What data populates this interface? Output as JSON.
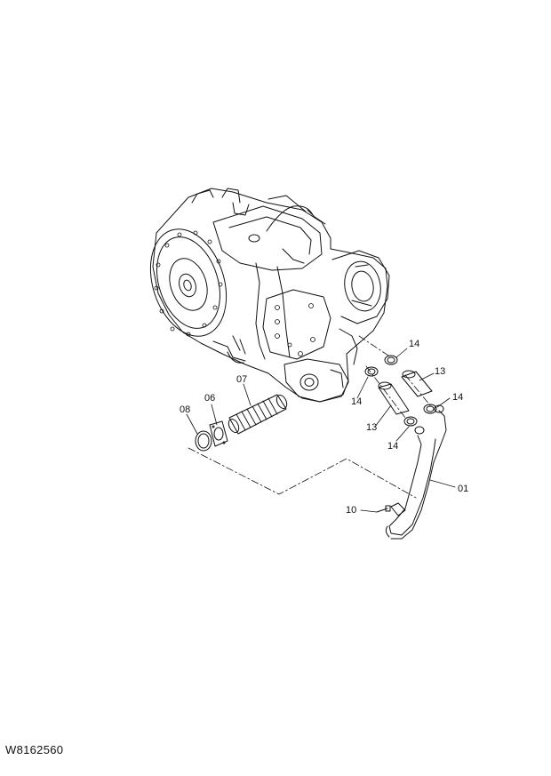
{
  "diagram": {
    "drawing_id": "W8162560",
    "callouts": {
      "c01": "01",
      "c06": "06",
      "c07": "07",
      "c08": "08",
      "c10": "10",
      "c13a": "13",
      "c13b": "13",
      "c14a": "14",
      "c14b": "14",
      "c14c": "14",
      "c14d": "14"
    }
  }
}
